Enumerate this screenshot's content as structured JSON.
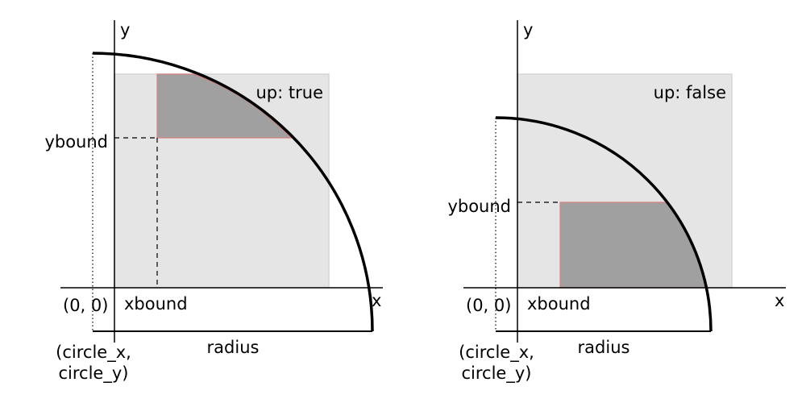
{
  "colors": {
    "panel_fill": "#e5e5e5",
    "panel_stroke": "#d6d6d6",
    "region_fill": "#a0a0a0",
    "region_stroke": "#d88080",
    "ink": "#000000"
  },
  "panels": [
    {
      "up_label": "up: true",
      "x_axis_label": "x",
      "y_axis_label": "y",
      "xbound_label": "xbound",
      "ybound_label": "ybound",
      "origin_label": "(0, 0)",
      "radius_label": "radius",
      "center_label_line1": "(circle_x,",
      "center_label_line2": "circle_y)"
    },
    {
      "up_label": "up: false",
      "x_axis_label": "x",
      "y_axis_label": "y",
      "xbound_label": "xbound",
      "ybound_label": "ybound",
      "origin_label": "(0, 0)",
      "radius_label": "radius",
      "center_label_line1": "(circle_x,",
      "center_label_line2": "circle_y)"
    }
  ]
}
